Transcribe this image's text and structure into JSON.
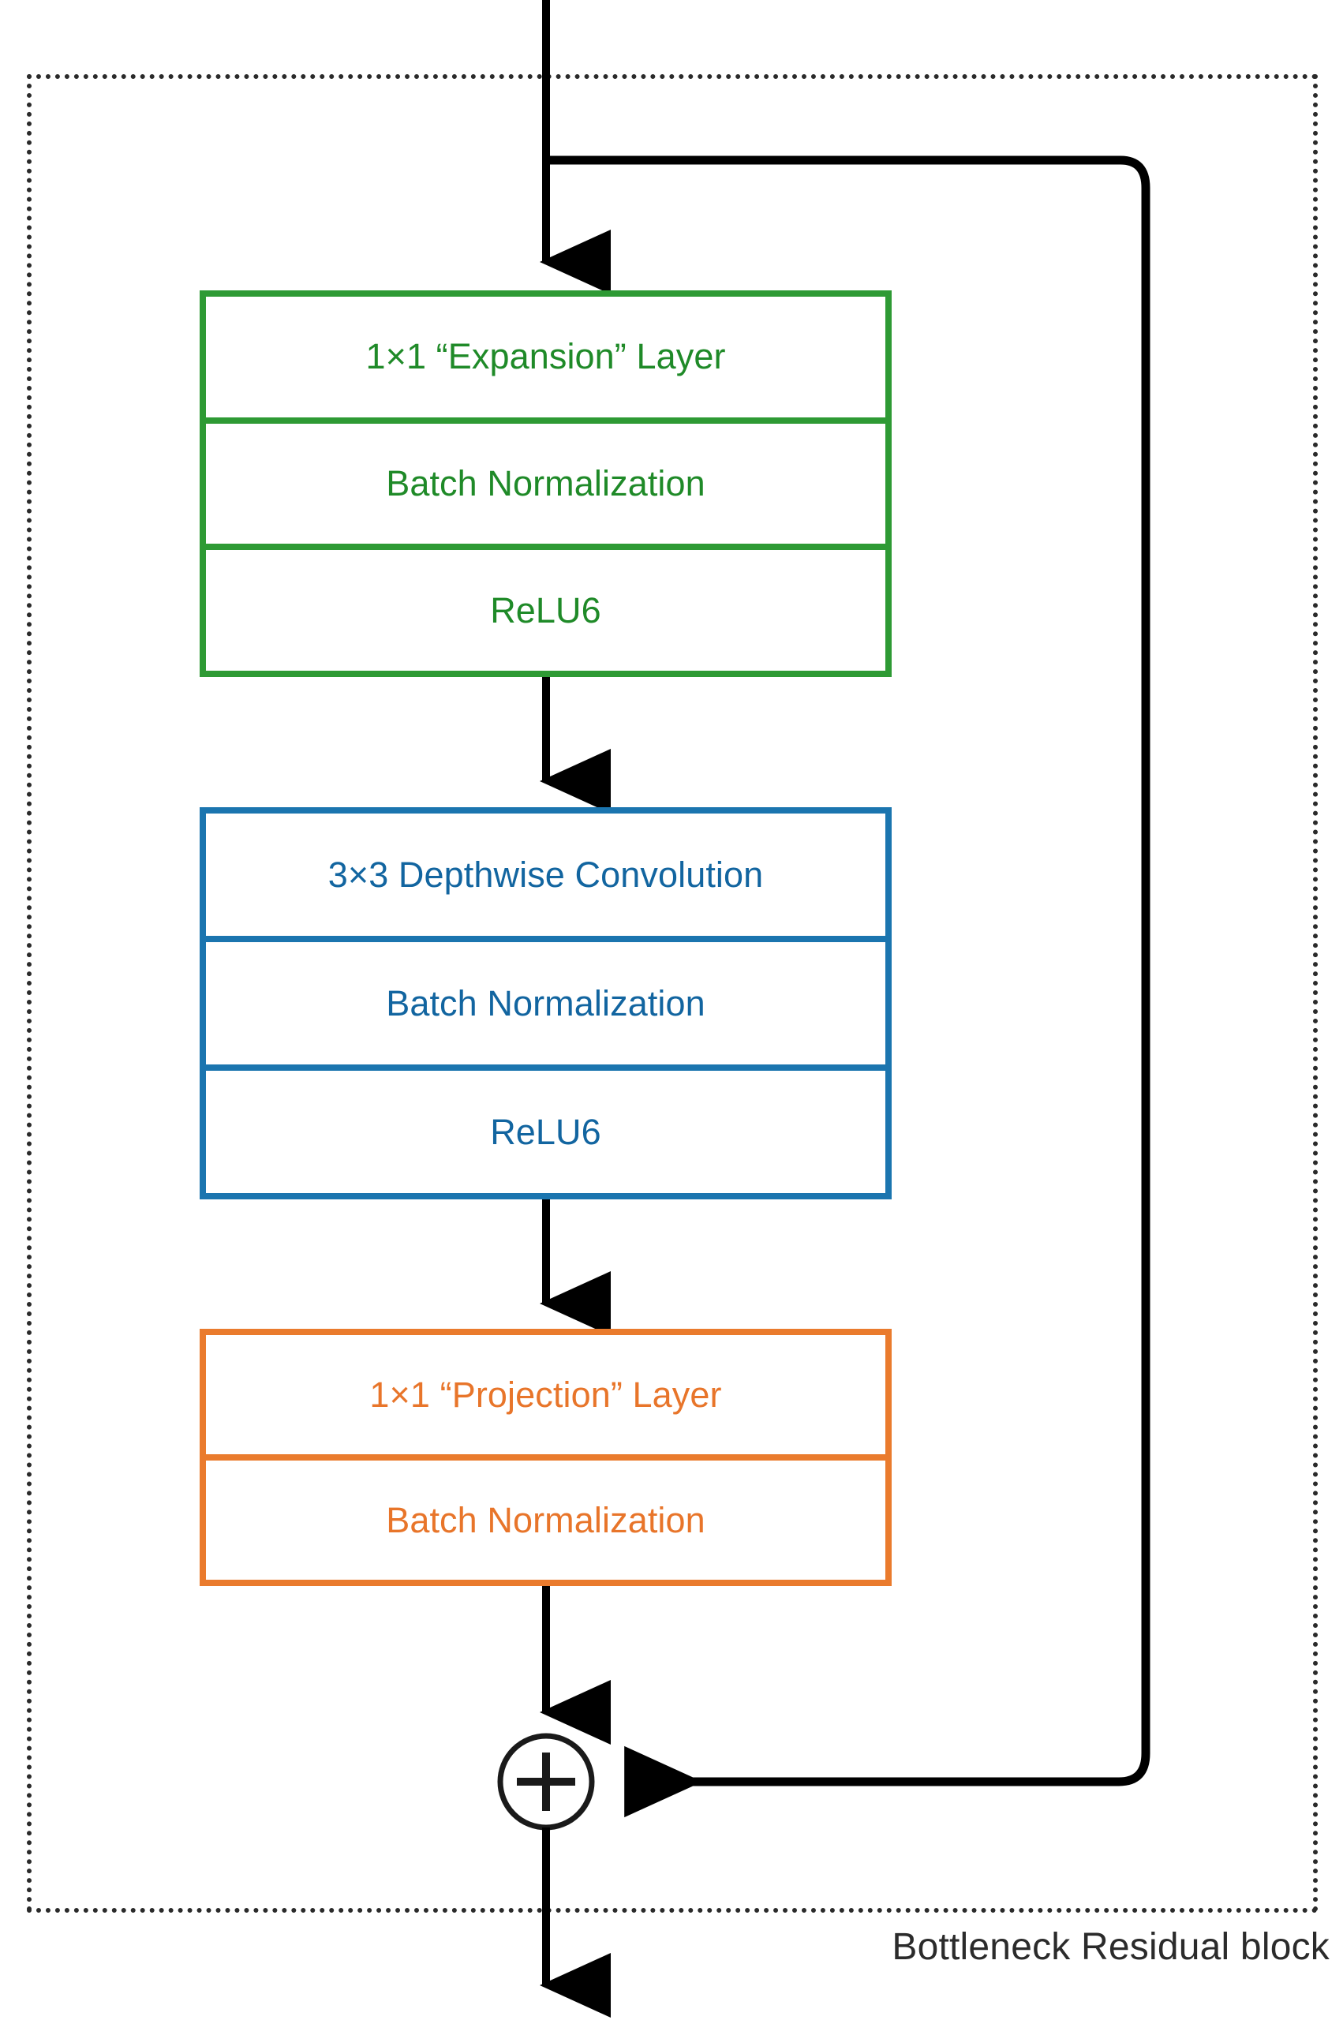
{
  "diagram": {
    "caption": "Bottleneck Residual block",
    "container_name": "bottleneck-residual-block",
    "colors": {
      "green": "#2E9A34",
      "blue": "#1B75AF",
      "orange": "#EA7B2D",
      "arrow": "#000000",
      "dotted_border": "#2a2a2a",
      "caption_text": "#2b2b2b",
      "background": "#ffffff"
    },
    "blocks": [
      {
        "id": "expansion",
        "color": "#2E9A34",
        "rows": [
          {
            "label": "1×1 “Expansion” Layer"
          },
          {
            "label": "Batch Normalization"
          },
          {
            "label": "ReLU6"
          }
        ]
      },
      {
        "id": "depthwise",
        "color": "#1B75AF",
        "rows": [
          {
            "label": "3×3 Depthwise Convolution"
          },
          {
            "label": "Batch Normalization"
          },
          {
            "label": "ReLU6"
          }
        ]
      },
      {
        "id": "projection",
        "color": "#EA7B2D",
        "rows": [
          {
            "label": "1×1 “Projection” Layer"
          },
          {
            "label": "Batch Normalization"
          }
        ]
      }
    ],
    "add_node": {
      "symbol": "+",
      "name": "residual-add-node"
    },
    "connections": [
      {
        "from": "input",
        "to": "expansion",
        "type": "arrow-down"
      },
      {
        "from": "input",
        "to": "residual-add-node",
        "type": "skip-connection-right"
      },
      {
        "from": "expansion",
        "to": "depthwise",
        "type": "arrow-down"
      },
      {
        "from": "depthwise",
        "to": "projection",
        "type": "arrow-down"
      },
      {
        "from": "projection",
        "to": "residual-add-node",
        "type": "arrow-down"
      },
      {
        "from": "residual-add-node",
        "to": "output",
        "type": "arrow-down"
      }
    ]
  }
}
